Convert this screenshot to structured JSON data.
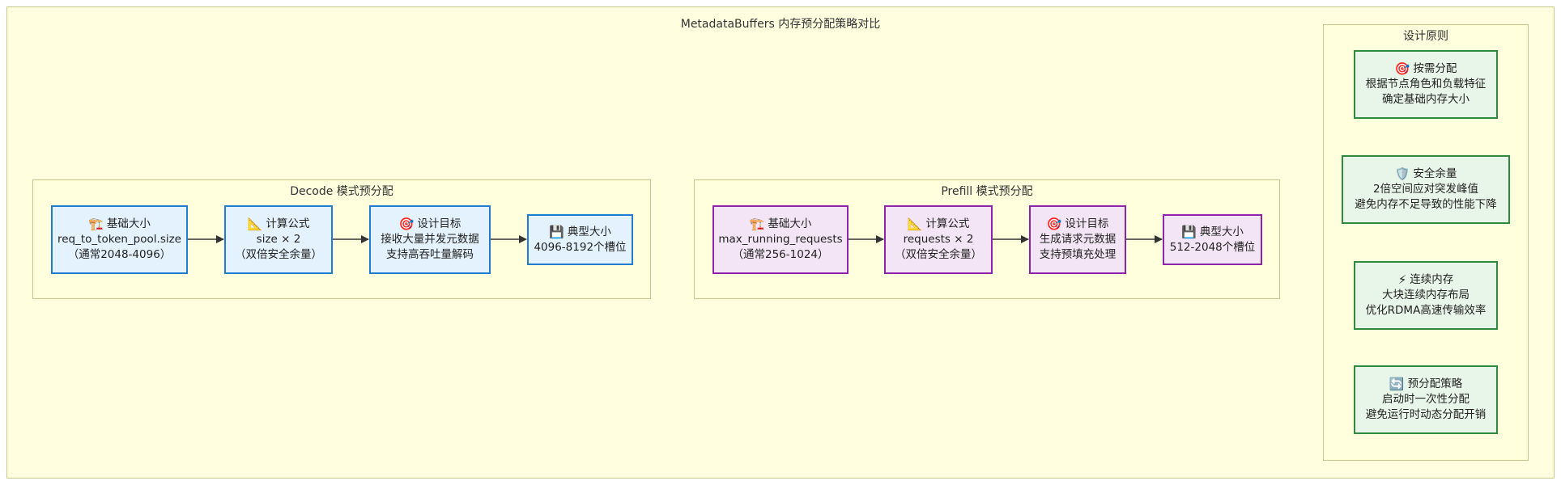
{
  "title": "MetadataBuffers 内存预分配策略对比",
  "decode": {
    "title": "Decode 模式预分配",
    "nodes": [
      {
        "icon": "🏗️",
        "title": "基础大小",
        "lines": [
          "req_to_token_pool.size",
          "（通常2048-4096）"
        ]
      },
      {
        "icon": "📐",
        "title": "计算公式",
        "lines": [
          "size × 2",
          "（双倍安全余量）"
        ]
      },
      {
        "icon": "🎯",
        "title": "设计目标",
        "lines": [
          "接收大量并发元数据",
          "支持高吞吐量解码"
        ]
      },
      {
        "icon": "💾",
        "title": "典型大小",
        "lines": [
          "4096-8192个槽位"
        ]
      }
    ]
  },
  "prefill": {
    "title": "Prefill 模式预分配",
    "nodes": [
      {
        "icon": "🏗️",
        "title": "基础大小",
        "lines": [
          "max_running_requests",
          "（通常256-1024）"
        ]
      },
      {
        "icon": "📐",
        "title": "计算公式",
        "lines": [
          "requests × 2",
          "（双倍安全余量）"
        ]
      },
      {
        "icon": "🎯",
        "title": "设计目标",
        "lines": [
          "生成请求元数据",
          "支持预填充处理"
        ]
      },
      {
        "icon": "💾",
        "title": "典型大小",
        "lines": [
          "512-2048个槽位"
        ]
      }
    ]
  },
  "principles": {
    "title": "设计原则",
    "items": [
      {
        "icon": "🎯",
        "title": "按需分配",
        "lines": [
          "根据节点角色和负载特征",
          "确定基础内存大小"
        ]
      },
      {
        "icon": "🛡️",
        "title": "安全余量",
        "lines": [
          "2倍空间应对突发峰值",
          "避免内存不足导致的性能下降"
        ]
      },
      {
        "icon": "⚡",
        "title": "连续内存",
        "lines": [
          "大块连续内存布局",
          "优化RDMA高速传输效率"
        ]
      },
      {
        "icon": "🔄",
        "title": "预分配策略",
        "lines": [
          "启动时一次性分配",
          "避免运行时动态分配开销"
        ]
      }
    ]
  },
  "colors": {
    "decode_border": "#1f7ccf",
    "prefill_border": "#8e24aa",
    "principle_border": "#2e8b3e",
    "arrow": "#333333"
  }
}
